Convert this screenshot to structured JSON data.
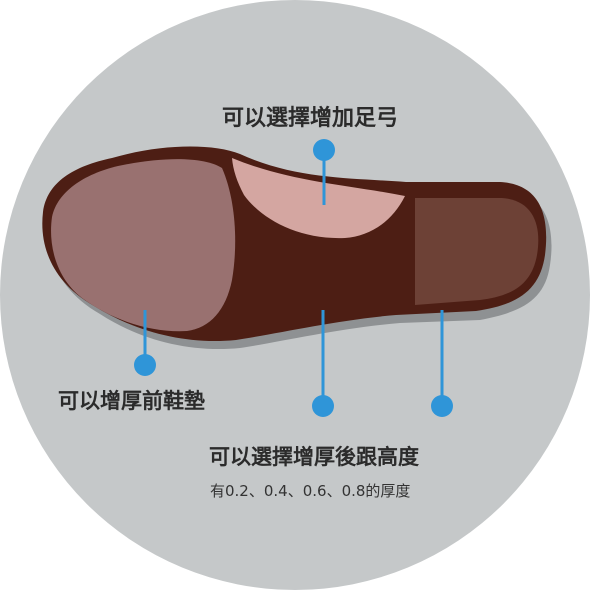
{
  "labels": {
    "arch": "可以選擇增加足弓",
    "forefoot": "可以增厚前鞋墊",
    "heel_title": "可以選擇增厚後跟高度",
    "heel_subtitle": "有0.2、0.4、0.6、0.8的厚度"
  },
  "colors": {
    "circle_bg": "#c5c8c9",
    "shadow": "#8e9193",
    "sole": "#4d1e14",
    "forefoot_pad": "#997170",
    "arch_pad": "#d4a6a1",
    "heel_pad": "#6d4136",
    "callout": "#2f95d8"
  },
  "icons": {
    "callout_dot": "circle-dot"
  }
}
